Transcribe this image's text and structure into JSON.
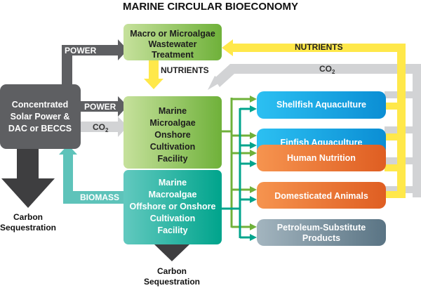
{
  "title": "MARINE CIRCULAR BIOECONOMY",
  "boxes": {
    "wastewater": [
      "Macro or Microalgae",
      "Wastewater",
      "Treatment"
    ],
    "microalgae": [
      "Marine",
      "Microalgae",
      "Onshore",
      "Cultivation",
      "Facility"
    ],
    "macroalgae": [
      "Marine",
      "Macroalgae",
      "Offshore or Onshore",
      "Cultivation",
      "Facility"
    ],
    "solar": [
      "Concentrated",
      "Solar Power &",
      "DAC or BECCS"
    ],
    "shellfish": "Shellfish Aquaculture",
    "finfish": "Finfish Aquaculture",
    "human": "Human Nutrition",
    "animals": "Domesticated Animals",
    "petroleum": [
      "Petroleum-Substitute",
      "Products"
    ]
  },
  "flows": {
    "power_top": "POWER",
    "power_mid": "POWER",
    "co2_left": "CO",
    "co2_right": "CO",
    "co2_sub": "2",
    "nutrients_top": "NUTRIENTS",
    "nutrients_down": "NUTRIENTS",
    "biomass": "BIOMASS"
  },
  "sequestration_left": [
    "Carbon",
    "Sequestration"
  ],
  "sequestration_bottom": [
    "Carbon",
    "Sequestration"
  ],
  "colors": {
    "green_light": "#c6e19c",
    "green_dark": "#6fb13a",
    "teal_light": "#62c9bf",
    "teal_dark": "#00a48c",
    "gray_box": "#5e5f62",
    "arrow_dark": "#3e3e40",
    "yellow": "#ffe84a",
    "light_gray": "#d2d3d5",
    "blue_light": "#2cc0f2",
    "blue_dark": "#0b8ed4",
    "orange_light": "#f6944f",
    "orange_dark": "#df5e22",
    "slate_light": "#a3b5bf",
    "slate_dark": "#5a7484"
  }
}
